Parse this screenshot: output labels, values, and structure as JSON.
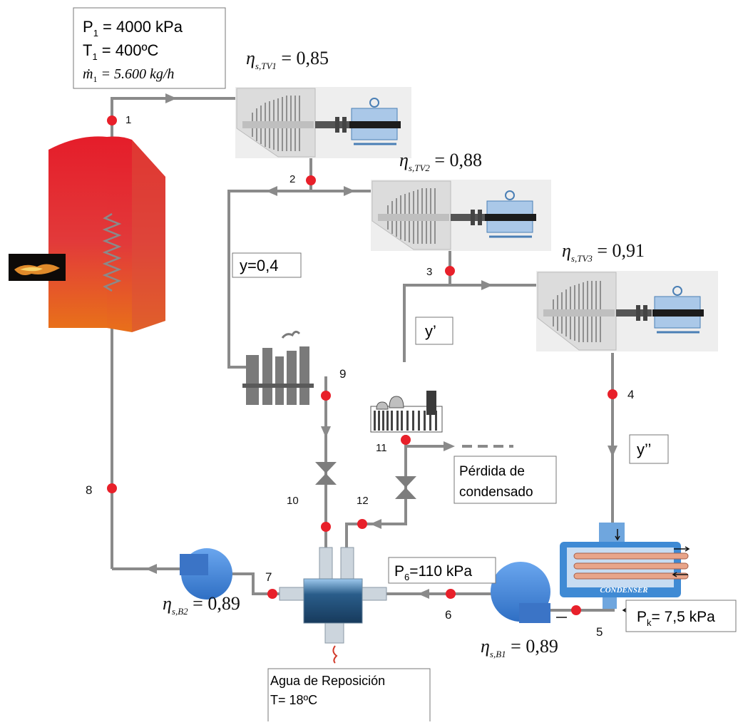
{
  "state1": {
    "p1_prefix": "P",
    "p1_sub": "1",
    "p1_suffix": " = 4000 kPa",
    "t1_prefix": "T",
    "t1_sub": "1",
    "t1_suffix": " = 400ºC",
    "m1_prefix": "ṁ",
    "m1_sub": "1",
    "m1_suffix": " = 5.600 kg/h"
  },
  "efficiencies": {
    "tv1": {
      "sym": "η",
      "sub": "s,TV1",
      "val": " = 0,85"
    },
    "tv2": {
      "sym": "η",
      "sub": "s,TV2",
      "val": " = 0,88"
    },
    "tv3": {
      "sym": "η",
      "sub": "s,TV3",
      "val": " = 0,91"
    },
    "b1": {
      "sym": "η",
      "sub": "s,B1",
      "val": " = 0,89"
    },
    "b2": {
      "sym": "η",
      "sub": "s,B2",
      "val": " = 0,89"
    }
  },
  "state_points": [
    "1",
    "2",
    "3",
    "4",
    "5",
    "6",
    "7",
    "8",
    "9",
    "10",
    "11",
    "12"
  ],
  "fractions": {
    "y": "y=0,4",
    "y_prime": "y’",
    "y_double_prime": "y’’"
  },
  "p6": {
    "prefix": "P",
    "sub": "6",
    "suffix": "=110 kPa"
  },
  "pk": {
    "prefix": "P",
    "sub": "k",
    "suffix": "= 7,5 kPa"
  },
  "loss_box": {
    "line1": "Pérdida de",
    "line2": "condensado"
  },
  "makeup_box": {
    "line1": "Agua de Reposición",
    "line2": "T= 18ºC"
  },
  "condenser_label": "CONDENSER",
  "colors": {
    "pipe": "#8a8a8a",
    "point": "#e8202a",
    "boiler_top": "#e2202a",
    "boiler_bottom": "#e66a1e",
    "pump": "#4a88d8",
    "condenser": "#3f8ad4"
  }
}
